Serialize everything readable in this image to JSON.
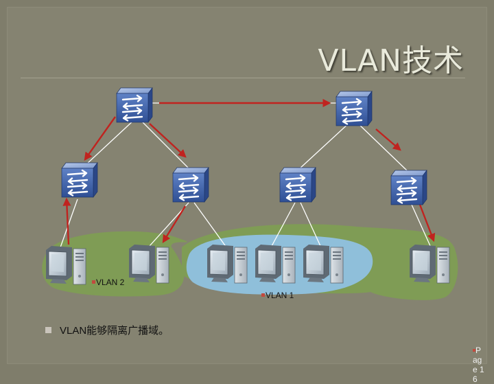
{
  "slide": {
    "title": "VLAN技术",
    "bullet_text": "VLAN能够隔离广播域。",
    "page_label": "P age 16"
  },
  "diagram": {
    "vlan_labels": {
      "vlan2": "VLAN 2",
      "vlan1": "VLAN 1"
    },
    "colors": {
      "vlan2_region": "#7f9c55",
      "vlan1_region": "#8fbfda",
      "arrow": "#c0231f",
      "link": "#ffffff",
      "switch": "#3f5fa8"
    },
    "icons": [
      "switch-icon",
      "computer-icon"
    ]
  }
}
